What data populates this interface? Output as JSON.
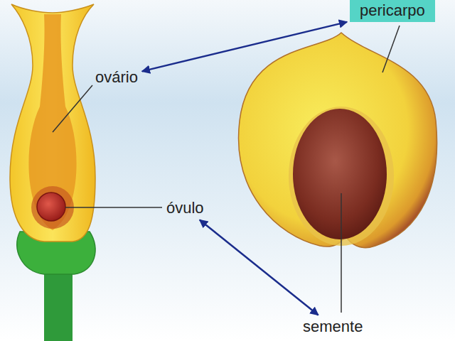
{
  "diagram": {
    "nodes": [
      {
        "text": [
          "pericarpo"
        ]
      },
      {
        "text": [
          "ovário"
        ]
      },
      {
        "text": [
          "óvulo"
        ]
      },
      {
        "text": [
          "semente"
        ]
      }
    ],
    "edges": [
      {
        "from": 1,
        "to": 0,
        "arrow": "both"
      },
      {
        "from": 2,
        "to": 3,
        "arrow": "both"
      }
    ]
  }
}
